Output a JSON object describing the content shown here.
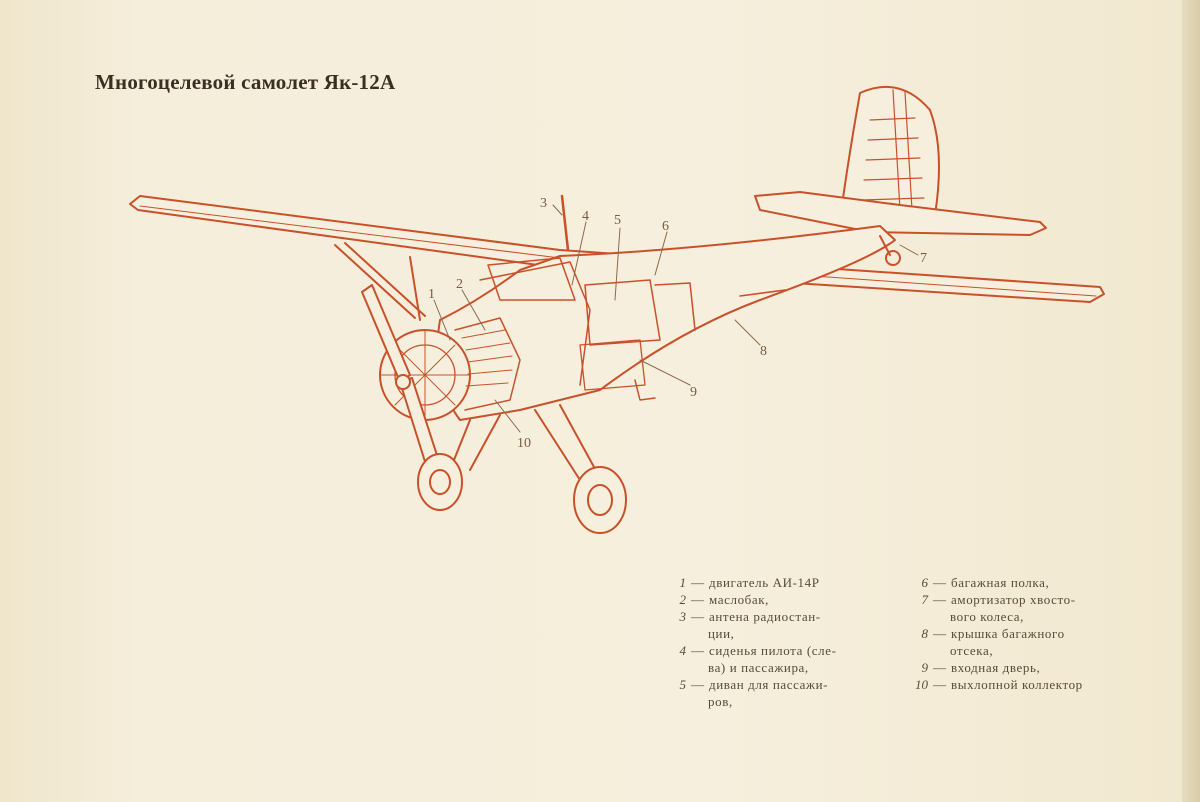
{
  "title": "Многоцелевой самолет Як-12А",
  "colors": {
    "ink": "#c8512a",
    "paper": "#f3ecd8",
    "text": "#3a2f22"
  },
  "callout_numbers": [
    "1",
    "2",
    "3",
    "4",
    "5",
    "6",
    "7",
    "8",
    "9",
    "10"
  ],
  "legend": [
    {
      "num": "1",
      "lines": [
        "двигатель АИ-14Р"
      ]
    },
    {
      "num": "2",
      "lines": [
        "маслобак,"
      ]
    },
    {
      "num": "3",
      "lines": [
        "антена радиостан-",
        "ции,"
      ]
    },
    {
      "num": "4",
      "lines": [
        "сиденья пилота (сле-",
        "ва) и пассажира,"
      ]
    },
    {
      "num": "5",
      "lines": [
        "диван для пассажи-",
        "ров,"
      ]
    },
    {
      "num": "6",
      "lines": [
        "багажная полка,"
      ]
    },
    {
      "num": "7",
      "lines": [
        "амортизатор хвосто-",
        "вого колеса,"
      ]
    },
    {
      "num": "8",
      "lines": [
        "крышка багажного",
        "отсека,"
      ]
    },
    {
      "num": "9",
      "lines": [
        "входная дверь,"
      ]
    },
    {
      "num": "10",
      "lines": [
        "выхлопной коллектор"
      ]
    }
  ]
}
